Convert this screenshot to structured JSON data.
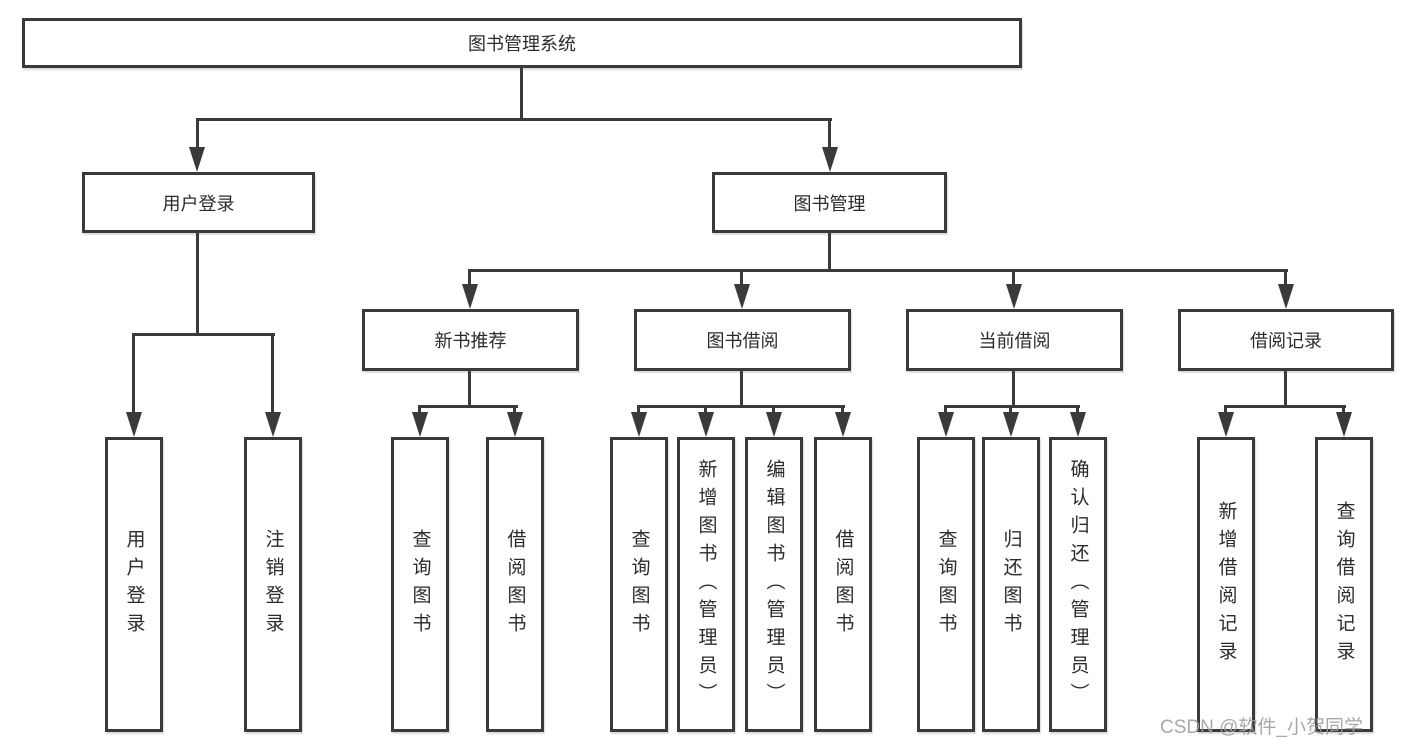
{
  "diagram": {
    "title": "图书管理系统",
    "root": {
      "label": "图书管理系统"
    },
    "level2": [
      {
        "label": "用户登录"
      },
      {
        "label": "图书管理"
      }
    ],
    "level3": [
      {
        "label": "新书推荐"
      },
      {
        "label": "图书借阅"
      },
      {
        "label": "当前借阅"
      },
      {
        "label": "借阅记录"
      }
    ],
    "leaves": {
      "user_login": [
        "用户登录",
        "注销登录"
      ],
      "new_book": [
        "查询图书",
        "借阅图书"
      ],
      "book_borrow": [
        "查询图书",
        "新增图书（管理员）",
        "编辑图书（管理员）",
        "借阅图书"
      ],
      "current_borrow": [
        "查询图书",
        "归还图书",
        "确认归还（管理员）"
      ],
      "record": [
        "新增借阅记录",
        "查询借阅记录"
      ]
    }
  },
  "watermark": "CSDN @软件_小贺同学",
  "colors": {
    "line": "#3a3a3a",
    "box_border": "#3a3a3a",
    "text": "#2b2b2b",
    "background": "#ffffff",
    "watermark": "#9e9ea2"
  }
}
